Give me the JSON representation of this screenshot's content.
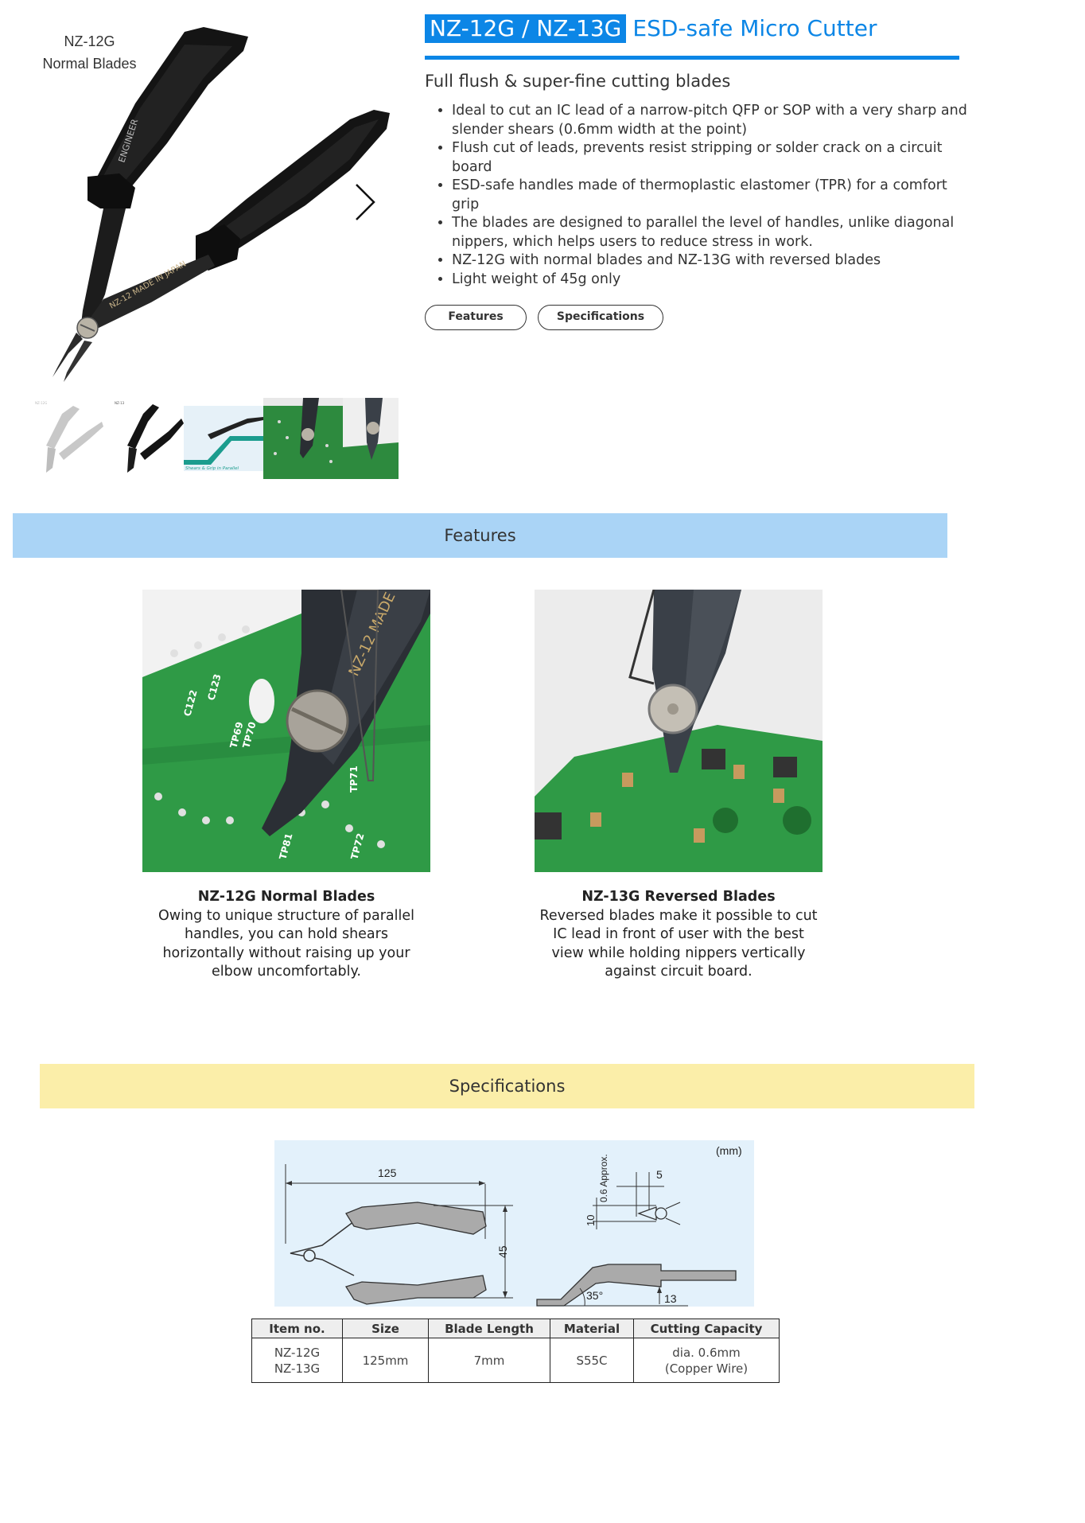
{
  "gallery": {
    "main_image_label_line1": "NZ-12G",
    "main_image_label_line2": "Normal Blades",
    "next_icon": "chevron-right-icon",
    "thumbnails": [
      {
        "alt": "NZ-12G Normal Blades (faded)"
      },
      {
        "alt": "NZ-13 Reversed Blades"
      },
      {
        "alt": "Shears & Grip in Parallel"
      },
      {
        "alt": "NZ-12 cutting on circuit board"
      },
      {
        "alt": "NZ-13 cutting on circuit board"
      }
    ],
    "thumbnail_caption": "Shears & Grip in Parallel"
  },
  "product": {
    "model": "NZ-12G / NZ-13G",
    "name": "ESD-safe Micro Cutter",
    "subtitle": "Full flush & super-fine cutting blades",
    "bullets": [
      "Ideal to cut an IC lead of a narrow-pitch QFP or SOP with a very sharp and slender shears (0.6mm width at the point)",
      "Flush cut of leads, prevents resist stripping or solder crack on a circuit board",
      "ESD-safe handles made of thermoplastic elastomer (TPR) for a comfort grip",
      "The blades are designed to parallel the level of handles, unlike diagonal nippers, which helps users to reduce stress in work.",
      "NZ-12G with normal blades and NZ-13G with reversed blades",
      "Light weight of 45g only"
    ],
    "buttons": {
      "features": "Features",
      "specifications": "Specifications"
    }
  },
  "features_section": {
    "title": "Features",
    "cards": [
      {
        "title": "NZ-12G Normal Blades",
        "description": "Owing to unique structure of parallel handles, you can hold shears horizontally without raising up your elbow uncomfortably."
      },
      {
        "title": "NZ-13G Reversed Blades",
        "description": "Reversed blades make it possible to cut IC lead in front of user with the best view while holding nippers vertically against circuit board."
      }
    ]
  },
  "specifications_section": {
    "title": "Specifications",
    "diagram": {
      "unit": "(mm)",
      "length": "125",
      "height": "45",
      "tip_width": "0.6 Approx.",
      "blade_length": "5",
      "jaw_height": "10",
      "angle": "35°",
      "handle_height": "13"
    },
    "table": {
      "headers": [
        "Item no.",
        "Size",
        "Blade Length",
        "Material",
        "Cutting Capacity"
      ],
      "row": {
        "item_line1": "NZ-12G",
        "item_line2": "NZ-13G",
        "size": "125mm",
        "blade_length": "7mm",
        "material": "S55C",
        "capacity_line1": "dia. 0.6mm",
        "capacity_line2": "(Copper Wire)"
      }
    }
  },
  "colors": {
    "brand_blue": "#0c86e6",
    "features_bar": "#aad4f6",
    "specs_bar": "#fbeea9",
    "diagram_bg": "#e3f1fb"
  }
}
